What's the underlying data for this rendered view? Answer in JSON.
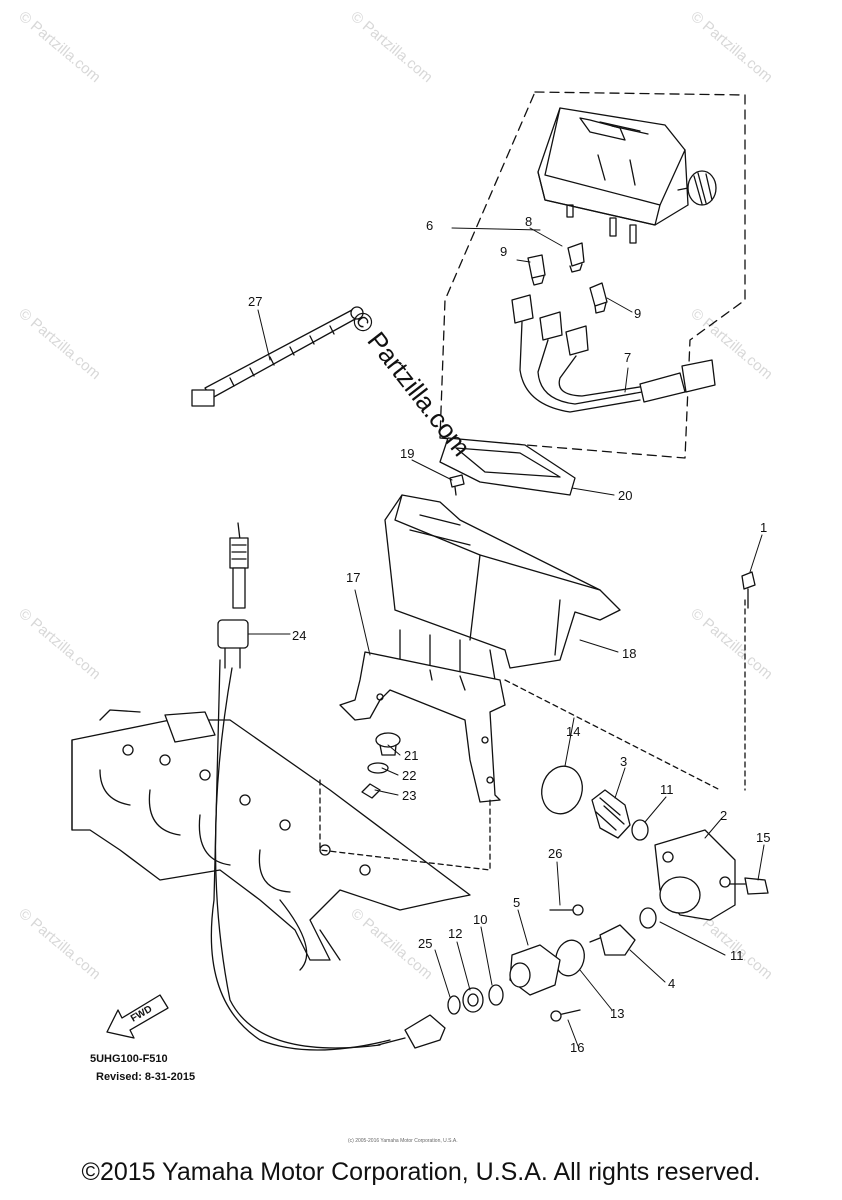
{
  "watermark": "© Partzilla.com",
  "brand_watermark": "© Partzilla.com",
  "diagram_code": "5UHG100-F510",
  "revised": "Revised: 8-31-2015",
  "fwd_label": "FWD",
  "small_copyright": "(c) 2005-2016 Yamaha Motor Corporation, U.S.A.",
  "copyright": "©2015 Yamaha Motor Corporation, U.S.A. All rights reserved.",
  "callouts": [
    {
      "id": "1",
      "label": "1"
    },
    {
      "id": "2",
      "label": "2"
    },
    {
      "id": "3",
      "label": "3"
    },
    {
      "id": "4",
      "label": "4"
    },
    {
      "id": "5",
      "label": "5"
    },
    {
      "id": "6",
      "label": "6"
    },
    {
      "id": "7",
      "label": "7"
    },
    {
      "id": "8",
      "label": "8"
    },
    {
      "id": "9a",
      "label": "9"
    },
    {
      "id": "9b",
      "label": "9"
    },
    {
      "id": "10",
      "label": "10"
    },
    {
      "id": "11a",
      "label": "11"
    },
    {
      "id": "11b",
      "label": "11"
    },
    {
      "id": "12",
      "label": "12"
    },
    {
      "id": "13",
      "label": "13"
    },
    {
      "id": "14",
      "label": "14"
    },
    {
      "id": "15",
      "label": "15"
    },
    {
      "id": "16",
      "label": "16"
    },
    {
      "id": "17",
      "label": "17"
    },
    {
      "id": "18",
      "label": "18"
    },
    {
      "id": "19",
      "label": "19"
    },
    {
      "id": "20",
      "label": "20"
    },
    {
      "id": "21",
      "label": "21"
    },
    {
      "id": "22",
      "label": "22"
    },
    {
      "id": "23",
      "label": "23"
    },
    {
      "id": "24",
      "label": "24"
    },
    {
      "id": "25",
      "label": "25"
    },
    {
      "id": "26",
      "label": "26"
    },
    {
      "id": "27",
      "label": "27"
    }
  ]
}
